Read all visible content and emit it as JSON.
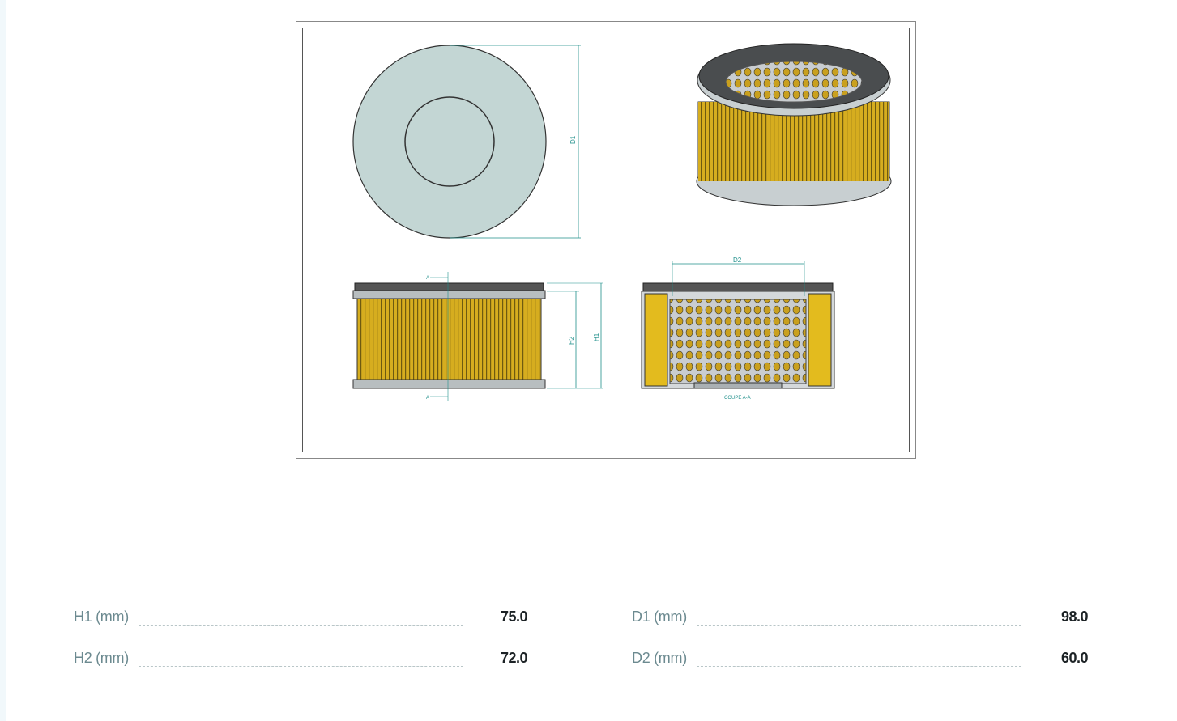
{
  "drawing": {
    "labels": {
      "d1": "D1",
      "d2": "D2",
      "h1": "H1",
      "h2": "H2",
      "section_mark": "A",
      "section_title": "COUPE A-A"
    }
  },
  "specs": [
    {
      "label": "H1 (mm)",
      "value": "75.0"
    },
    {
      "label": "H2 (mm)",
      "value": "72.0"
    },
    {
      "label": "D1 (mm)",
      "value": "98.0"
    },
    {
      "label": "D2 (mm)",
      "value": "60.0"
    }
  ],
  "colors": {
    "dimension": "#1f8f8a",
    "filter_yellow": "#d9b21c",
    "label": "#6c8a90"
  }
}
